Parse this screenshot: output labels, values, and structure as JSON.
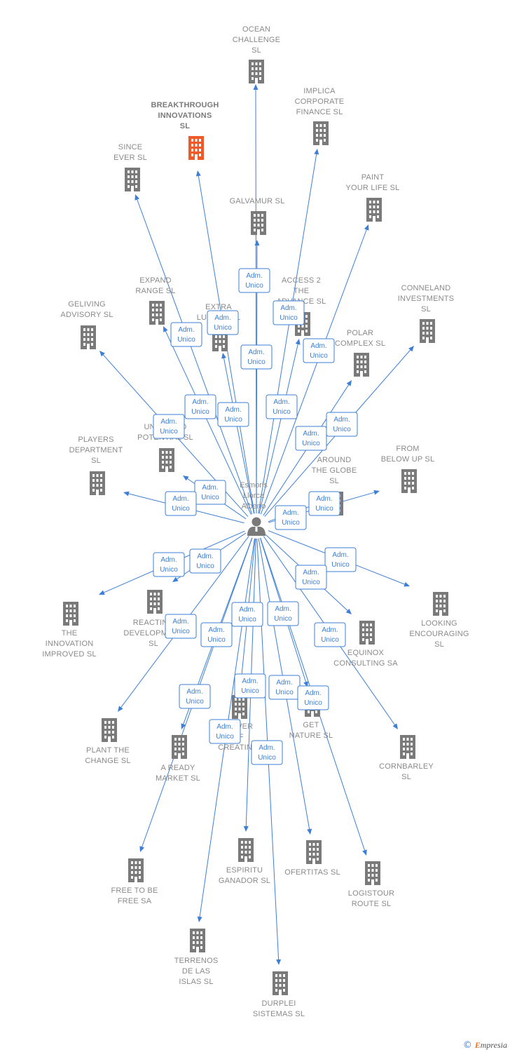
{
  "person": {
    "name_lines": [
      "Esmoris",
      "Llorca",
      "Alberto"
    ],
    "icon": "person-icon"
  },
  "edge_label_lines": [
    "Adm.",
    "Unico"
  ],
  "colors": {
    "edge": "#3d7fd6",
    "building": "#7a7a7a",
    "highlight": "#f05a28"
  },
  "companies": [
    {
      "id": "ocean",
      "lines": [
        "OCEAN",
        "CHALLENGE",
        "SL"
      ],
      "highlight": false
    },
    {
      "id": "implica",
      "lines": [
        "IMPLICA",
        "CORPORATE",
        "FINANCE  SL"
      ],
      "highlight": false
    },
    {
      "id": "breakthrough",
      "lines": [
        "BREAKTHROUGH",
        "INNOVATIONS",
        "SL"
      ],
      "highlight": true
    },
    {
      "id": "since",
      "lines": [
        "SINCE",
        "EVER  SL"
      ],
      "highlight": false
    },
    {
      "id": "paint",
      "lines": [
        "PAINT",
        "YOUR LIFE  SL"
      ],
      "highlight": false
    },
    {
      "id": "galvamur",
      "lines": [
        "GALVAMUR  SL"
      ],
      "highlight": false
    },
    {
      "id": "expand",
      "lines": [
        "EXPAND",
        "RANGE  SL"
      ],
      "highlight": false
    },
    {
      "id": "access",
      "lines": [
        "ACCESS 2",
        "THE",
        "ADVANCE  SL"
      ],
      "highlight": false
    },
    {
      "id": "conneland",
      "lines": [
        "CONNELAND",
        "INVESTMENTS",
        "SL"
      ],
      "highlight": false
    },
    {
      "id": "geliving",
      "lines": [
        "GELIVING",
        "ADVISORY  SL"
      ],
      "highlight": false
    },
    {
      "id": "extra",
      "lines": [
        "EXTRA",
        "LUXURY  SL"
      ],
      "highlight": false
    },
    {
      "id": "polar",
      "lines": [
        "POLAR",
        "COMPLEX  SL"
      ],
      "highlight": false
    },
    {
      "id": "unlimited",
      "lines": [
        "UNLIMITED",
        "POTENTIAL  SL"
      ],
      "highlight": false
    },
    {
      "id": "players",
      "lines": [
        "PLAYERS",
        "DEPARTMENT",
        "SL"
      ],
      "highlight": false
    },
    {
      "id": "frombelow",
      "lines": [
        "FROM",
        "BELOW UP  SL"
      ],
      "highlight": false
    },
    {
      "id": "around",
      "lines": [
        "AROUND",
        "THE GLOBE",
        "SL"
      ],
      "highlight": false
    },
    {
      "id": "innovation",
      "lines": [
        "THE",
        "INNOVATION",
        "IMPROVED  SL"
      ],
      "highlight": false
    },
    {
      "id": "reacting",
      "lines": [
        "REACTING",
        "DEVELOPMENT",
        "SL"
      ],
      "highlight": false
    },
    {
      "id": "looking",
      "lines": [
        "LOOKING",
        "ENCOURAGING",
        "SL"
      ],
      "highlight": false
    },
    {
      "id": "equinox",
      "lines": [
        "EQUINOX",
        "CONSULTING SA"
      ],
      "highlight": false
    },
    {
      "id": "plant",
      "lines": [
        "PLANT THE",
        "CHANGE  SL"
      ],
      "highlight": false
    },
    {
      "id": "power",
      "lines": [
        "POWER",
        "OF",
        "CREATING"
      ],
      "highlight": false
    },
    {
      "id": "getnature",
      "lines": [
        "GET",
        "NATURE  SL"
      ],
      "highlight": false
    },
    {
      "id": "aready",
      "lines": [
        "A READY",
        "MARKET  SL"
      ],
      "highlight": false
    },
    {
      "id": "cornbarley",
      "lines": [
        "CORNBARLEY",
        "SL"
      ],
      "highlight": false
    },
    {
      "id": "freetobe",
      "lines": [
        "FREE TO BE",
        "FREE SA"
      ],
      "highlight": false
    },
    {
      "id": "espiritu",
      "lines": [
        "ESPIRITU",
        "GANADOR SL"
      ],
      "highlight": false
    },
    {
      "id": "ofertitas",
      "lines": [
        "OFERTITAS  SL"
      ],
      "highlight": false
    },
    {
      "id": "logistour",
      "lines": [
        "LOGISTOUR",
        "ROUTE  SL"
      ],
      "highlight": false
    },
    {
      "id": "terrenos",
      "lines": [
        "TERRENOS",
        "DE LAS",
        "ISLAS  SL"
      ],
      "highlight": false
    },
    {
      "id": "durplei",
      "lines": [
        "DURPLEI",
        "SISTEMAS  SL"
      ],
      "highlight": false
    }
  ],
  "footer": {
    "copyright": "©",
    "brand_first": "E",
    "brand_rest": "mpresia"
  }
}
